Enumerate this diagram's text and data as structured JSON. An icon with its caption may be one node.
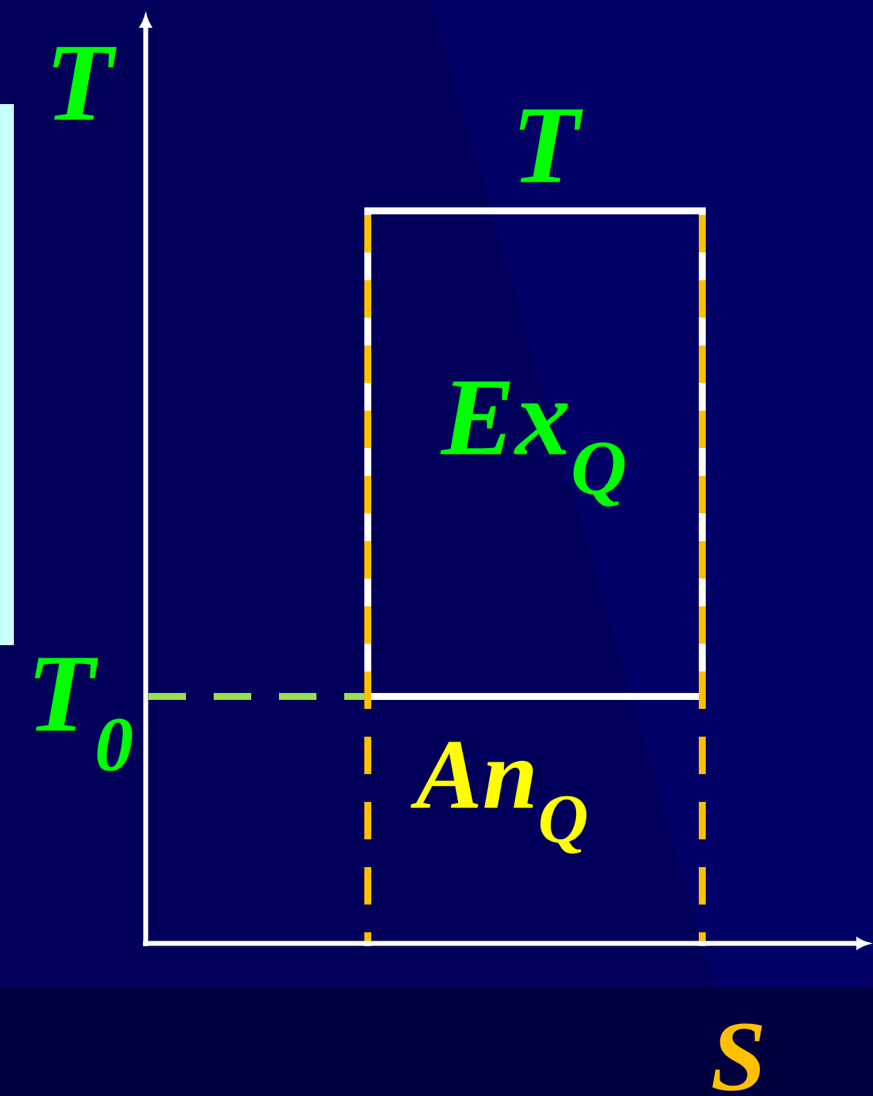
{
  "diagram": {
    "labels": [
      "T",
      "T",
      "Ex$_{Q}$",
      "T$_{0}$",
      "An$_{Q}$",
      "S"
    ]
  }
}
